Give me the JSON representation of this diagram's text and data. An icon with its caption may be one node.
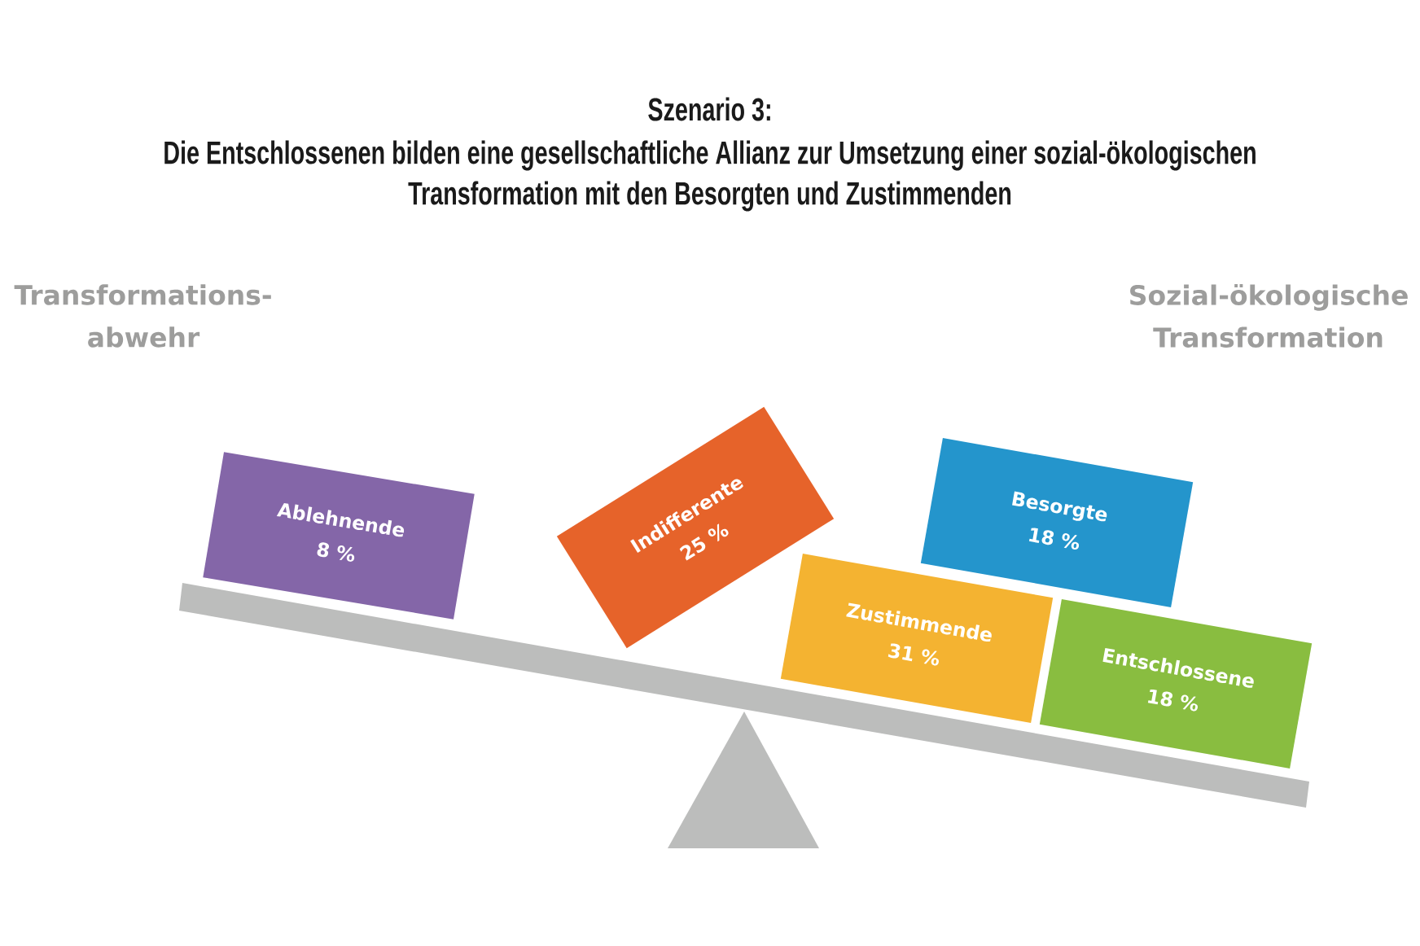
{
  "diagram": {
    "title": "Szenario 3:",
    "nodes": [
      {
        "text": [
          "Ablehnende",
          "8 %"
        ]
      },
      {
        "text": [
          "Indifferente",
          "25 %"
        ]
      },
      {
        "text": [
          "Besorgte",
          "18 %"
        ]
      },
      {
        "text": [
          "Zustimmende",
          "31 %"
        ]
      },
      {
        "text": [
          "Entschlossene",
          "18 %"
        ]
      }
    ],
    "labels": [
      "Die Entschlossenen bilden eine gesellschaftliche Allianz zur Umsetzung einer sozial-ökologischen Transformation mit den Besorgten und Zustimmenden",
      "Transformations- abwehr",
      "Sozial-ökologische Transformation"
    ]
  }
}
